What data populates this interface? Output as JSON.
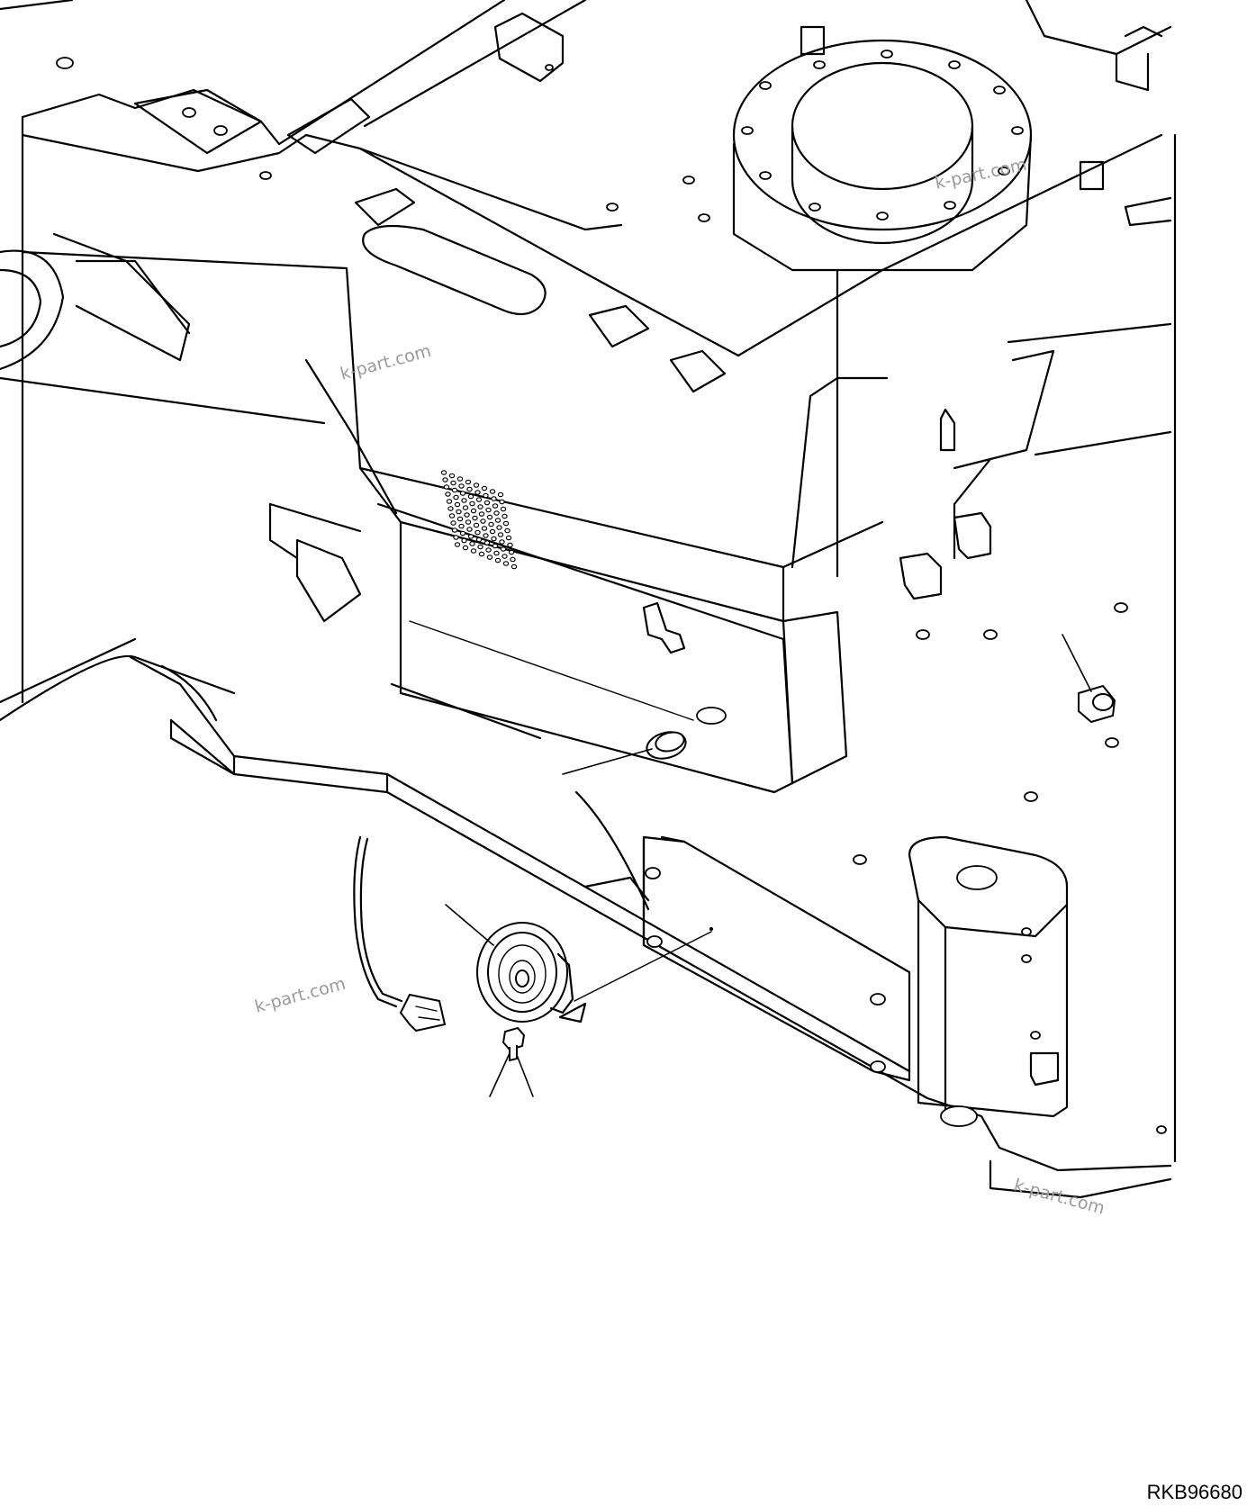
{
  "watermarks": [
    "k-part.com",
    "k-part.com",
    "k-part.com",
    "k-part.com"
  ],
  "drawing_code": "RKB96680",
  "parts": [
    {
      "name": "plug",
      "icon": "plug-cap-icon"
    },
    {
      "name": "horn",
      "icon": "horn-icon"
    },
    {
      "name": "bolt",
      "icon": "bolt-icon"
    },
    {
      "name": "connector",
      "icon": "connector-icon"
    },
    {
      "name": "nut",
      "icon": "nut-icon"
    }
  ]
}
